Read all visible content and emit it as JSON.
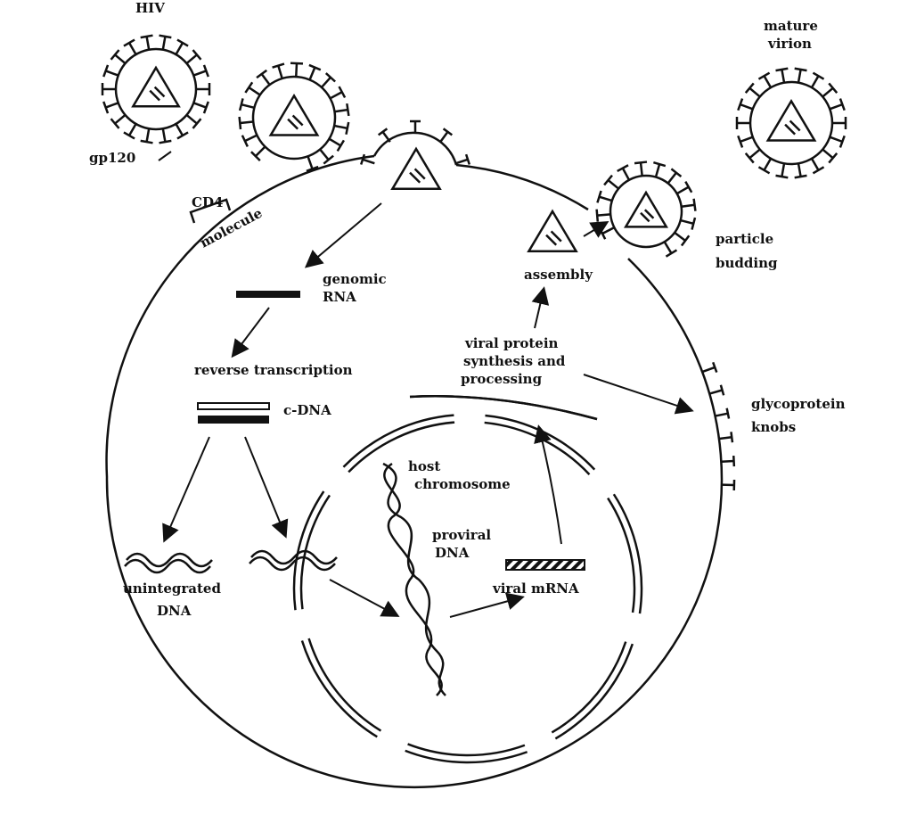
{
  "labels": {
    "hiv": "HIV",
    "gp120": "gp120",
    "cd4": "CD4",
    "molecule": "molecule",
    "mature": "mature",
    "virion": "virion",
    "genomic": "genomic",
    "rna": "RNA",
    "reverse_transcription": "reverse transcription",
    "cdna": "c-DNA",
    "unintegrated": "unintegrated",
    "dna": "DNA",
    "host": "host",
    "chromosome": "chromosome",
    "proviral": "proviral",
    "proviral_dna": "DNA",
    "viral_mrna": "viral mRNA",
    "viral_protein": "viral protein",
    "synthesis_and": "synthesis and",
    "processing": "processing",
    "assembly": "assembly",
    "particle": "particle",
    "budding": "budding",
    "glycoprotein": "glycoprotein",
    "knobs": "knobs"
  },
  "colors": {
    "ink": "#111111",
    "background": "#ffffff"
  }
}
